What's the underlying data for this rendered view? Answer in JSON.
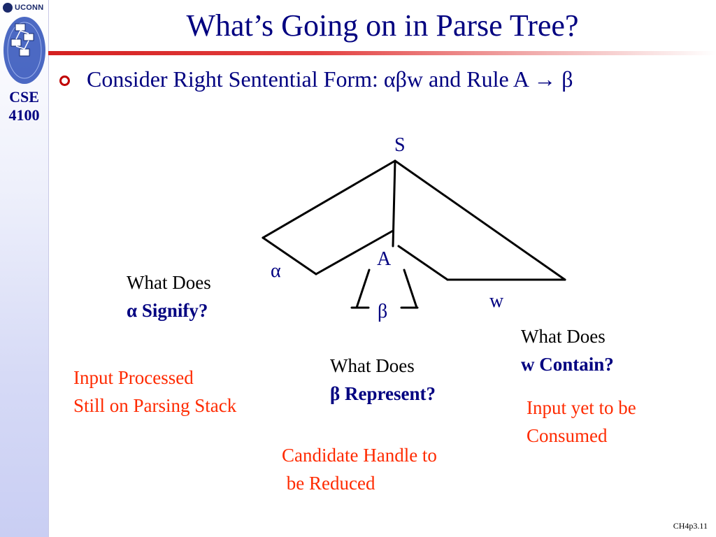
{
  "sidebar": {
    "university": "UCONN",
    "course_line1": "CSE",
    "course_line2": "4100",
    "logo_icon": "cse-network-logo-icon",
    "seal_icon": "uconn-seal-icon"
  },
  "slide": {
    "title": "What’s Going on in Parse Tree?",
    "bullet_text": "Consider Right Sentential Form: αβw and Rule A ",
    "bullet_arrow": "→",
    "bullet_end": " β",
    "slide_number": "CH4p3.11"
  },
  "tree": {
    "root": "S",
    "nonterminal": "A",
    "alpha": "α",
    "beta": "β",
    "w": "w"
  },
  "questions": {
    "alpha_line1": "What Does",
    "alpha_line2": "α Signify?",
    "beta_line1": "What Does",
    "beta_line2": "β Represent?",
    "w_line1": "What Does",
    "w_line2": "w Contain?"
  },
  "answers": {
    "alpha_line1": "Input Processed",
    "alpha_line2": "Still on Parsing Stack",
    "beta_line1": "Candidate Handle to",
    "beta_line2": " be Reduced",
    "w_line1": "Input yet to be",
    "w_line2": "Consumed"
  },
  "colors": {
    "title": "#000080",
    "answer": "#ff2a00",
    "rule": "#d42020",
    "bullet": "#c00000"
  }
}
